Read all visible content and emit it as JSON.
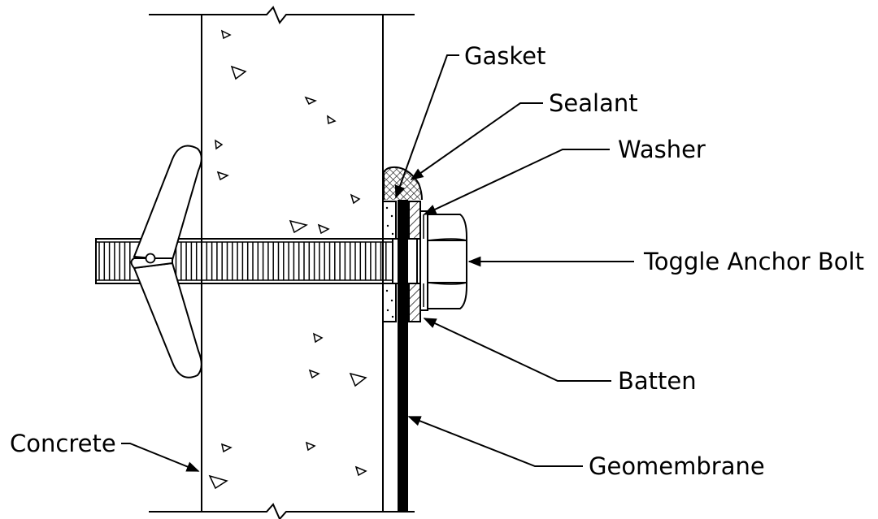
{
  "labels": {
    "gasket": "Gasket",
    "sealant": "Sealant",
    "washer": "Washer",
    "toggle_anchor_bolt": "Toggle Anchor Bolt",
    "batten": "Batten",
    "geomembrane": "Geomembrane",
    "concrete": "Concrete"
  },
  "colors": {
    "line": "#000000",
    "background": "#ffffff"
  }
}
